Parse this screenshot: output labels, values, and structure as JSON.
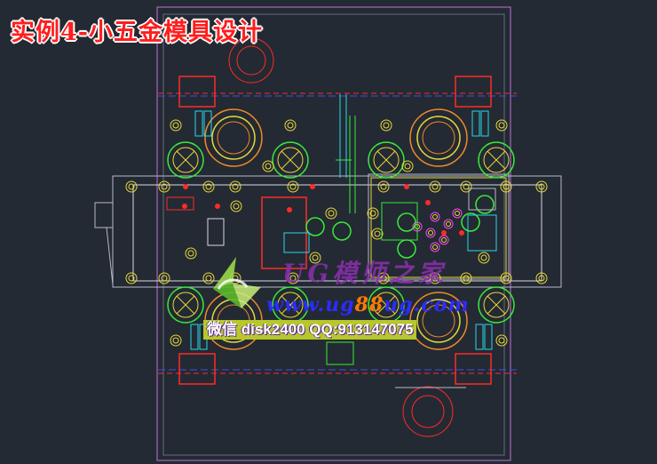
{
  "title": "实例4-小五金模具设计",
  "watermark": {
    "site_cn": "UG模师之家",
    "url_prefix": "www.",
    "url_brand_a": "ug",
    "url_brand_num": "88",
    "url_brand_b": "ug",
    "url_suffix": ".com",
    "contact": "微信 disk2400 QQ:913147075",
    "logo": "green-leaf-logo-icon"
  },
  "colors": {
    "background": "#232a33",
    "outline": "#b8b8c8",
    "frame": "#c070d8",
    "red": "#ff2a2a",
    "yellow": "#e8d83a",
    "green": "#3aea3a",
    "cyan": "#2ad8e8",
    "orange": "#f08a2a",
    "magenta": "#ff40ff",
    "title": "#ff1e1e"
  }
}
